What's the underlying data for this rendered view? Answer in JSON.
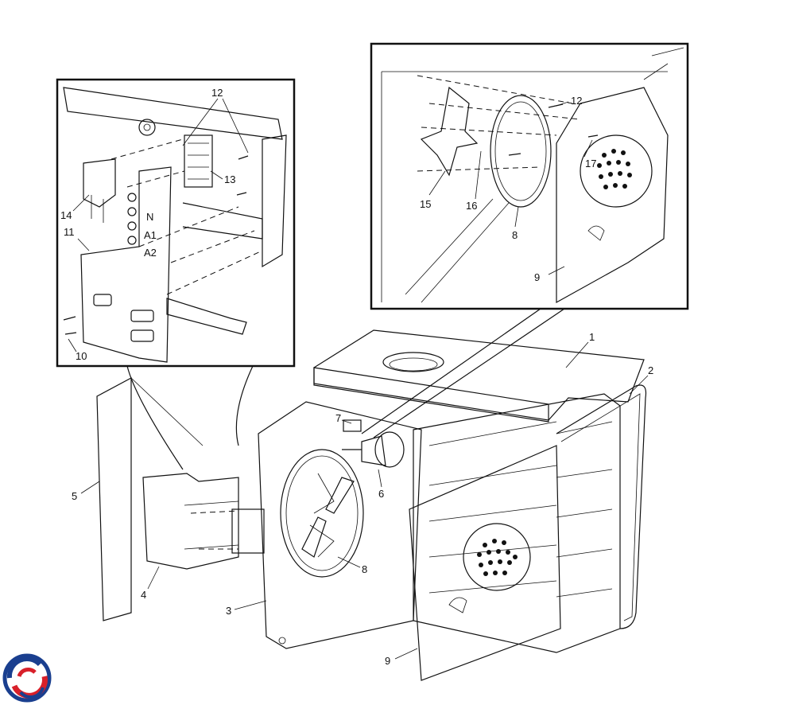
{
  "diagram": {
    "callouts": {
      "c1": "1",
      "c2": "2",
      "c3": "3",
      "c4": "4",
      "c5": "5",
      "c6": "6",
      "c7": "7",
      "c8": "8",
      "c8b": "8",
      "c9": "9",
      "c9b": "9",
      "c10": "10",
      "c11": "11",
      "c12": "12",
      "c12b": "12",
      "c13": "13",
      "c14": "14",
      "c15": "15",
      "c16": "16",
      "c17": "17"
    },
    "panel_markings": {
      "n": "N",
      "a1": "A1",
      "a2": "A2"
    }
  },
  "logo": {
    "name": "brand-logo"
  },
  "colors": {
    "line": "#111111",
    "logo_blue": "#1a3f8f",
    "logo_red": "#d8202a",
    "insulation": "#dcdcdc"
  }
}
